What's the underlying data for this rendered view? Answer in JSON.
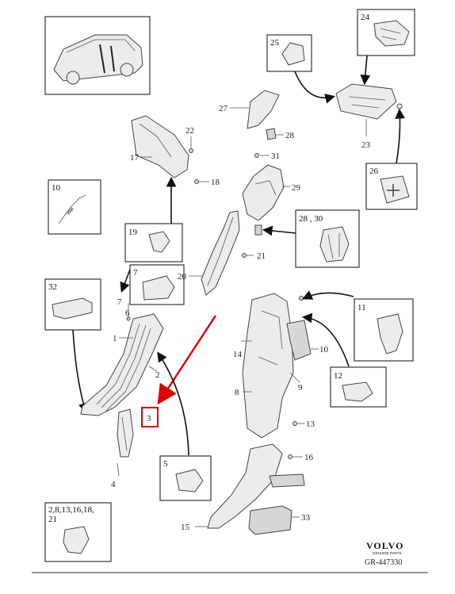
{
  "callouts": {
    "c1": "1",
    "c2": "2",
    "c3": "3",
    "c4": "4",
    "c5": "5",
    "c6": "6",
    "c7": "7",
    "c8": "8",
    "c9": "9",
    "c10": "10",
    "c13": "13",
    "c14": "14",
    "c15": "15",
    "c16": "16",
    "c17": "17",
    "c18": "18",
    "c20": "20",
    "c21": "21",
    "c22": "22",
    "c23": "23",
    "c27": "27",
    "c28": "28",
    "c29": "29",
    "c31": "31",
    "c33": "33"
  },
  "boxes": {
    "b24": "24",
    "b25": "25",
    "b26": "26",
    "b28_30": "28 , 30",
    "b10": "10",
    "b19": "19",
    "b7": "7",
    "b32": "32",
    "b11": "11",
    "b12": "12",
    "b5": "5",
    "b_multi_1": "2,8,13,16,18,",
    "b_multi_2": "21"
  },
  "highlight": {
    "label": "3",
    "color": "#e00000"
  },
  "brand": {
    "name": "VOLVO",
    "sub": "GENUINE PARTS",
    "code": "GR-447330"
  },
  "colors": {
    "line": "#222222",
    "highlight": "#e00000",
    "part_fill": "#ececec"
  }
}
